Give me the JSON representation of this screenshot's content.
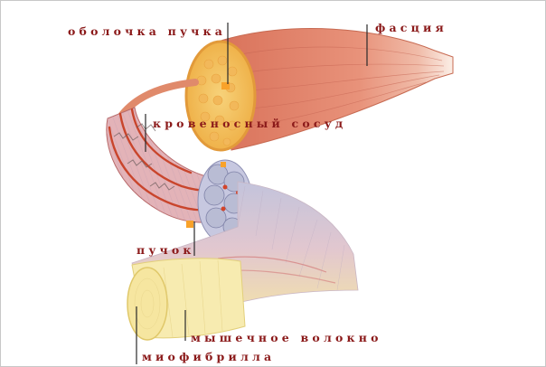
{
  "labels": {
    "bundle_sheath": "оболочка пучка",
    "fascia": "фасция",
    "blood_vessel": "кровеносный сосуд",
    "bundle": "пучок",
    "muscle_fiber": "мышечное волокно",
    "myofibril": "миофибрилла"
  },
  "colors": {
    "label_text": "#8b1a1a",
    "leader_line": "#2a2a2a",
    "muscle": "#e1866a",
    "fascia_tip": "#f3d6c8",
    "sheath": "#f4c25e",
    "vessel": "#c9452c",
    "fiber": "#b9bcd4",
    "myofibril": "#f6e7a3"
  }
}
